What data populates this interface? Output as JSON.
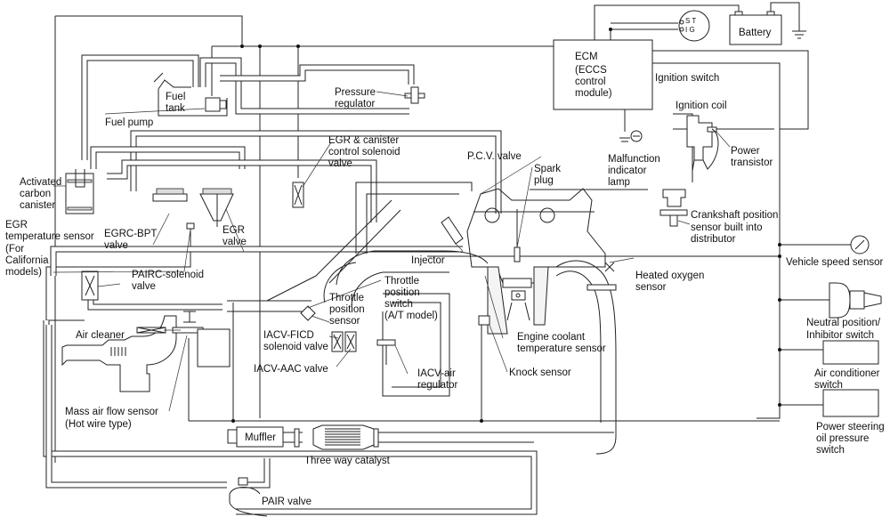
{
  "diagram": {
    "title": "Engine control system diagram",
    "components": {
      "ecm": [
        "ECM",
        "(ECCS",
        "control",
        "module)"
      ],
      "battery": "Battery",
      "ignition_switch_terms": [
        "S T",
        "I G"
      ],
      "ignition_switch": "Ignition switch",
      "ignition_coil": "Ignition coil",
      "power_transistor": [
        "Power",
        "transistor"
      ],
      "mil": [
        "Malfunction",
        "indicator",
        "lamp"
      ],
      "crankshaft": [
        "Crankshaft position",
        "sensor built into",
        "distributor"
      ],
      "vehicle_speed": "Vehicle speed sensor",
      "neutral": [
        "Neutral position/",
        "Inhibitor switch"
      ],
      "ac_switch": [
        "Air conditioner",
        "switch"
      ],
      "ps_switch": [
        "Power steering",
        "oil pressure",
        "switch"
      ],
      "heated_o2": [
        "Heated oxygen",
        "sensor"
      ],
      "fuel_tank": [
        "Fuel",
        "tank"
      ],
      "fuel_pump": "Fuel pump",
      "pressure_regulator": [
        "Pressure",
        "regulator"
      ],
      "egr_canister_solenoid": [
        "EGR & canister",
        "control solenoid",
        "valve"
      ],
      "pcv": "P.C.V. valve",
      "spark_plug": [
        "Spark",
        "plug"
      ],
      "canister": [
        "Activated",
        "carbon",
        "canister"
      ],
      "egr_temp": [
        "EGR",
        "temperature sensor",
        "(For",
        "California",
        "models)"
      ],
      "egrc_bpt": [
        "EGRC-BPT",
        "valve"
      ],
      "egr_valve": [
        "EGR",
        "valve"
      ],
      "pairc": [
        "PAIRC-solenoid",
        "valve"
      ],
      "injector": "Injector",
      "throttle_switch": [
        "Throttle",
        "position",
        "switch",
        "(A/T model)"
      ],
      "throttle_sensor": [
        "Throttle",
        "position",
        "sensor"
      ],
      "iacv_ficd": [
        "IACV-FICD",
        "solenoid valve"
      ],
      "iacv_aac": "IACV-AAC valve",
      "iacv_air": [
        "IACV-air",
        "regulator"
      ],
      "coolant_temp": [
        "Engine coolant",
        "temperature sensor"
      ],
      "knock": "Knock sensor",
      "air_cleaner": "Air cleaner",
      "maf": [
        "Mass air flow sensor",
        "(Hot wire type)"
      ],
      "muffler": "Muffler",
      "catalyst": "Three way catalyst",
      "pair_valve": "PAIR valve"
    }
  }
}
